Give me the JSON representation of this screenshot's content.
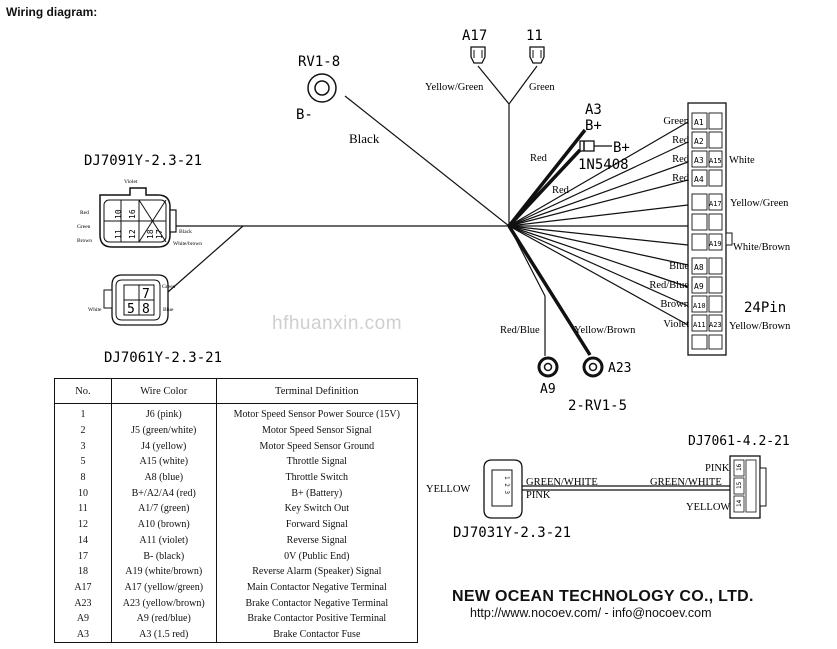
{
  "heading": "Wiring diagram:",
  "watermark": "hfhuanxin.com",
  "labels": {
    "rv1_8": "RV1-8",
    "b_minus": "B-",
    "black": "Black",
    "a17": "A17",
    "n11": "11",
    "yellow_green": "Yellow/Green",
    "green": "Green",
    "a3": "A3",
    "b_plus_1": "B+",
    "b_plus_2": "B+",
    "red_1": "Red",
    "red_2": "Red",
    "diode": "1N5408",
    "dj7091": "DJ7091Y-2.3-21",
    "dj7061": "DJ7061Y-2.3-21",
    "violet_small": "Violet",
    "red_small": "Red",
    "green_small": "Green",
    "brown_small": "Brown",
    "black_small": "Black",
    "white_brown_small": "White/brown",
    "green_small2": "Green",
    "white_small": "White",
    "blue_small": "Blue",
    "red_blue": "Red/Blue",
    "yellow_brown": "Yellow/Brown",
    "a9": "A9",
    "a23": "A23",
    "rv1_5": "2-RV1-5",
    "pin24": "24Pin",
    "dj7031": "DJ7031Y-2.3-21",
    "dj7061_42": "DJ7061-4.2-21",
    "yellow_left": "YELLOW",
    "green_white_1": "GREEN/WHITE",
    "pink_1": "PINK",
    "green_white_2": "GREEN/WHITE",
    "pink_2": "PINK",
    "yellow_right": "YELLOW"
  },
  "connector_6pin": [
    "10",
    "11",
    "12",
    "18",
    "17",
    "16"
  ],
  "connector_4pin": [
    "7",
    "8",
    "5"
  ],
  "connector_3pin_inner": "1 2 3",
  "connector_4pin_right": [
    "16",
    "15",
    "14"
  ],
  "pin_connector": {
    "left": [
      {
        "pin": "A1",
        "color": "Green"
      },
      {
        "pin": "A2",
        "color": "Red"
      },
      {
        "pin": "A3",
        "color": "Red"
      },
      {
        "pin": "A4",
        "color": "Red"
      },
      {
        "pin": "A8",
        "color": "Blue"
      },
      {
        "pin": "A9",
        "color": "Red/Blue"
      },
      {
        "pin": "A10",
        "color": "Brown"
      },
      {
        "pin": "A11",
        "color": "Violet"
      }
    ],
    "right": [
      {
        "pin": "A15",
        "color": "White"
      },
      {
        "pin": "A17",
        "color": "Yellow/Green"
      },
      {
        "pin": "A19",
        "color": "White/Brown"
      },
      {
        "pin": "A23",
        "color": "Yellow/Brown"
      }
    ]
  },
  "table": {
    "headers": [
      "No.",
      "Wire Color",
      "Terminal Definition"
    ],
    "rows": [
      [
        "1",
        "J6 (pink)",
        "Motor Speed Sensor Power Source (15V)"
      ],
      [
        "2",
        "J5 (green/white)",
        "Motor Speed Sensor Signal"
      ],
      [
        "3",
        "J4 (yellow)",
        "Motor Speed Sensor Ground"
      ],
      [
        "5",
        "A15 (white)",
        "Throttle Signal"
      ],
      [
        "8",
        "A8 (blue)",
        "Throttle Switch"
      ],
      [
        "10",
        "B+/A2/A4 (red)",
        "B+ (Battery)"
      ],
      [
        "11",
        "A1/7 (green)",
        "Key Switch Out"
      ],
      [
        "12",
        "A10 (brown)",
        "Forward Signal"
      ],
      [
        "14",
        "A11 (violet)",
        "Reverse Signal"
      ],
      [
        "17",
        "B- (black)",
        "0V (Public End)"
      ],
      [
        "18",
        "A19 (white/brown)",
        "Reverse Alarm (Speaker) Signal"
      ],
      [
        "A17",
        "A17 (yellow/green)",
        "Main Contactor Negative Terminal"
      ],
      [
        "A23",
        "A23 (yellow/brown)",
        "Brake Contactor Negative Terminal"
      ],
      [
        "A9",
        "A9 (red/blue)",
        "Brake Contactor Positive Terminal"
      ],
      [
        "A3",
        "A3 (1.5 red)",
        "Brake Contactor Fuse"
      ]
    ]
  },
  "company": {
    "name": "NEW OCEAN TECHNOLOGY CO., LTD.",
    "web": "http://www.nocoev.com/  -  info@nocoev.com"
  }
}
